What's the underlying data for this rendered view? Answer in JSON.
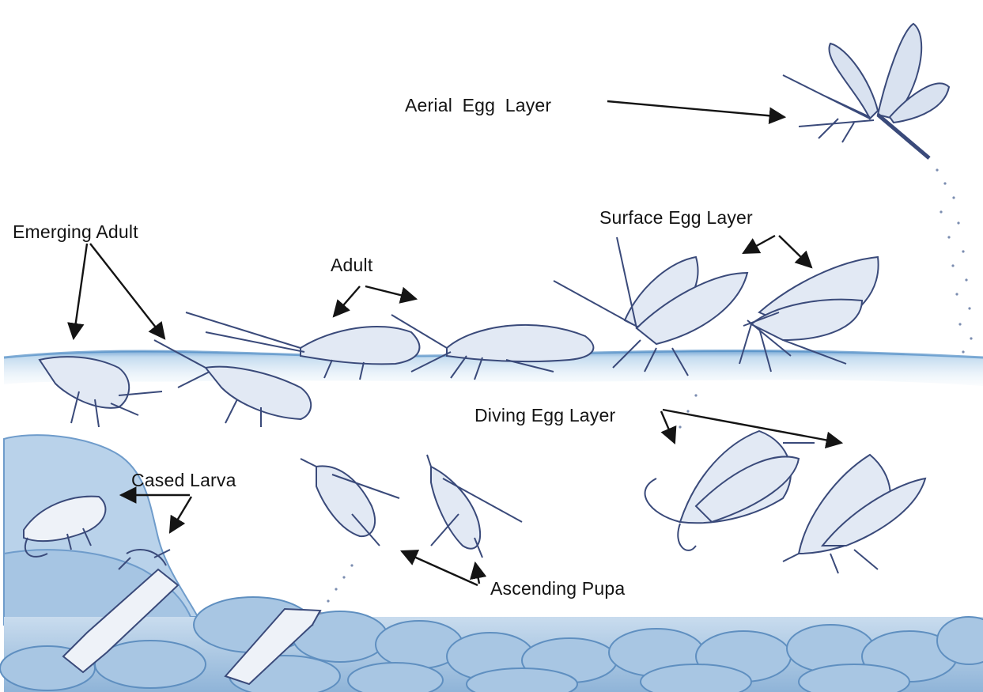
{
  "labels": {
    "aerial_egg_layer": "Aerial  Egg Layer",
    "emerging_adult": "Emerging Adult",
    "adult": "Adult",
    "surface_egg_layer": "Surface Egg Layer",
    "diving_egg_layer": "Diving Egg Layer",
    "cased_larva": "Cased Larva",
    "ascending_pupa": "Ascending Pupa"
  },
  "colors": {
    "water": "#cfe3f3",
    "water_surface": "#5a95cc",
    "stones": "#9fc1de",
    "ink": "#3a4a7a",
    "arrow": "#141414"
  }
}
